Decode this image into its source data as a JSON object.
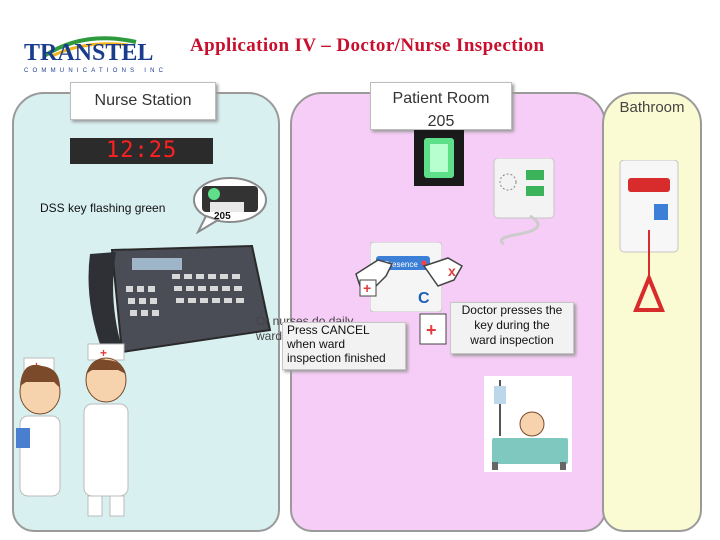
{
  "header": {
    "logo_name": "TRANSTEL",
    "logo_sub": "COMMUNICATIONS INC",
    "title": "Application IV – Doctor/Nurse Inspection"
  },
  "nurse_station": {
    "label": "Nurse Station",
    "clock": "12:25",
    "dss_note": "DSS key flashing green",
    "dss_key_label": "205"
  },
  "patient_room": {
    "label_line1": "Patient Room",
    "label_line2": "205",
    "faded_line1": "Or nurses do daily",
    "faded_line2": "ward",
    "cancel_note_line1": "Press CANCEL",
    "cancel_note_line2": "when ward",
    "cancel_note_line3": "inspection finished",
    "doctor_note_line1": "Doctor presses the",
    "doctor_note_line2": "key during the",
    "doctor_note_line3": "ward inspection",
    "cancel_key": "C"
  },
  "bathroom": {
    "label": "Bathroom"
  },
  "colors": {
    "title_red": "#c8102e",
    "nurse_panel": "#d9f0f1",
    "patient_panel": "#f6cdf6",
    "bath_panel": "#fbfbd3",
    "indicator_green": "#5ee08a",
    "clock_red": "#ff2020",
    "logo_blue": "#1a3c8c"
  }
}
